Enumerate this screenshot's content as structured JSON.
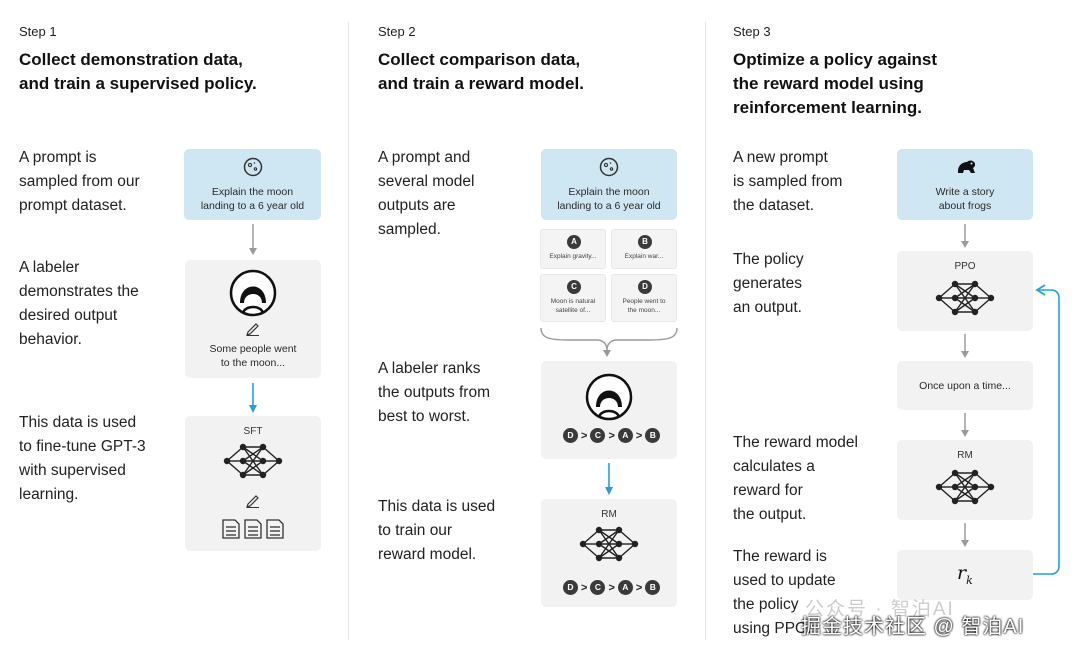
{
  "step1": {
    "step": "Step 1",
    "title_line1": "Collect demonstration data,",
    "title_line2": "and train a supervised policy.",
    "desc1": [
      "A prompt is",
      "sampled from our",
      "prompt dataset."
    ],
    "desc2": [
      "A labeler",
      "demonstrates the",
      "desired output",
      "behavior."
    ],
    "desc3": [
      "This data is used",
      "to fine-tune GPT-3",
      "with supervised",
      "learning."
    ],
    "prompt_line1": "Explain the moon",
    "prompt_line2": "landing to a 6 year old",
    "demo_line1": "Some people went",
    "demo_line2": "to the moon...",
    "model_label": "SFT"
  },
  "step2": {
    "step": "Step 2",
    "title_line1": "Collect comparison data,",
    "title_line2": "and train a reward model.",
    "desc1": [
      "A prompt and",
      "several model",
      "outputs are",
      "sampled."
    ],
    "desc2": [
      "A labeler ranks",
      "the outputs from",
      "best to worst."
    ],
    "desc3": [
      "This data is used",
      "to train our",
      "reward model."
    ],
    "prompt_line1": "Explain the moon",
    "prompt_line2": "landing to a 6 year old",
    "outputs": [
      {
        "id": "A",
        "line1": "Explain gravity...",
        "line2": ""
      },
      {
        "id": "B",
        "line1": "Explain war...",
        "line2": ""
      },
      {
        "id": "C",
        "line1": "Moon is natural",
        "line2": "satellite of..."
      },
      {
        "id": "D",
        "line1": "People went to",
        "line2": "the moon..."
      }
    ],
    "ranking": [
      "D",
      "C",
      "A",
      "B"
    ],
    "model_label": "RM"
  },
  "step3": {
    "step": "Step 3",
    "title_line1": "Optimize a policy against",
    "title_line2": "the reward model using",
    "title_line3": "reinforcement learning.",
    "desc1": [
      "A new prompt",
      "is sampled from",
      "the dataset."
    ],
    "desc2": [
      "The policy",
      "generates",
      "an output."
    ],
    "desc3": [
      "The reward model",
      "calculates a",
      "reward for",
      "the output."
    ],
    "desc4": [
      "The reward is",
      "used to update",
      "the policy",
      "using PPO."
    ],
    "prompt_line1": "Write a story",
    "prompt_line2": "about frogs",
    "policy_label": "PPO",
    "output_text": "Once upon a time...",
    "rm_label": "RM",
    "reward_symbol": "r",
    "reward_sub": "k"
  },
  "watermark": {
    "faint": "公众号 · 智泊AI",
    "main": "掘金技术社区 @ 智泊AI"
  },
  "colors": {
    "prompt_box": "#cfe6f3",
    "grey_box": "#f2f2f2",
    "arrow_grey": "#9a9a9a",
    "arrow_blue": "#1fa3e0"
  }
}
